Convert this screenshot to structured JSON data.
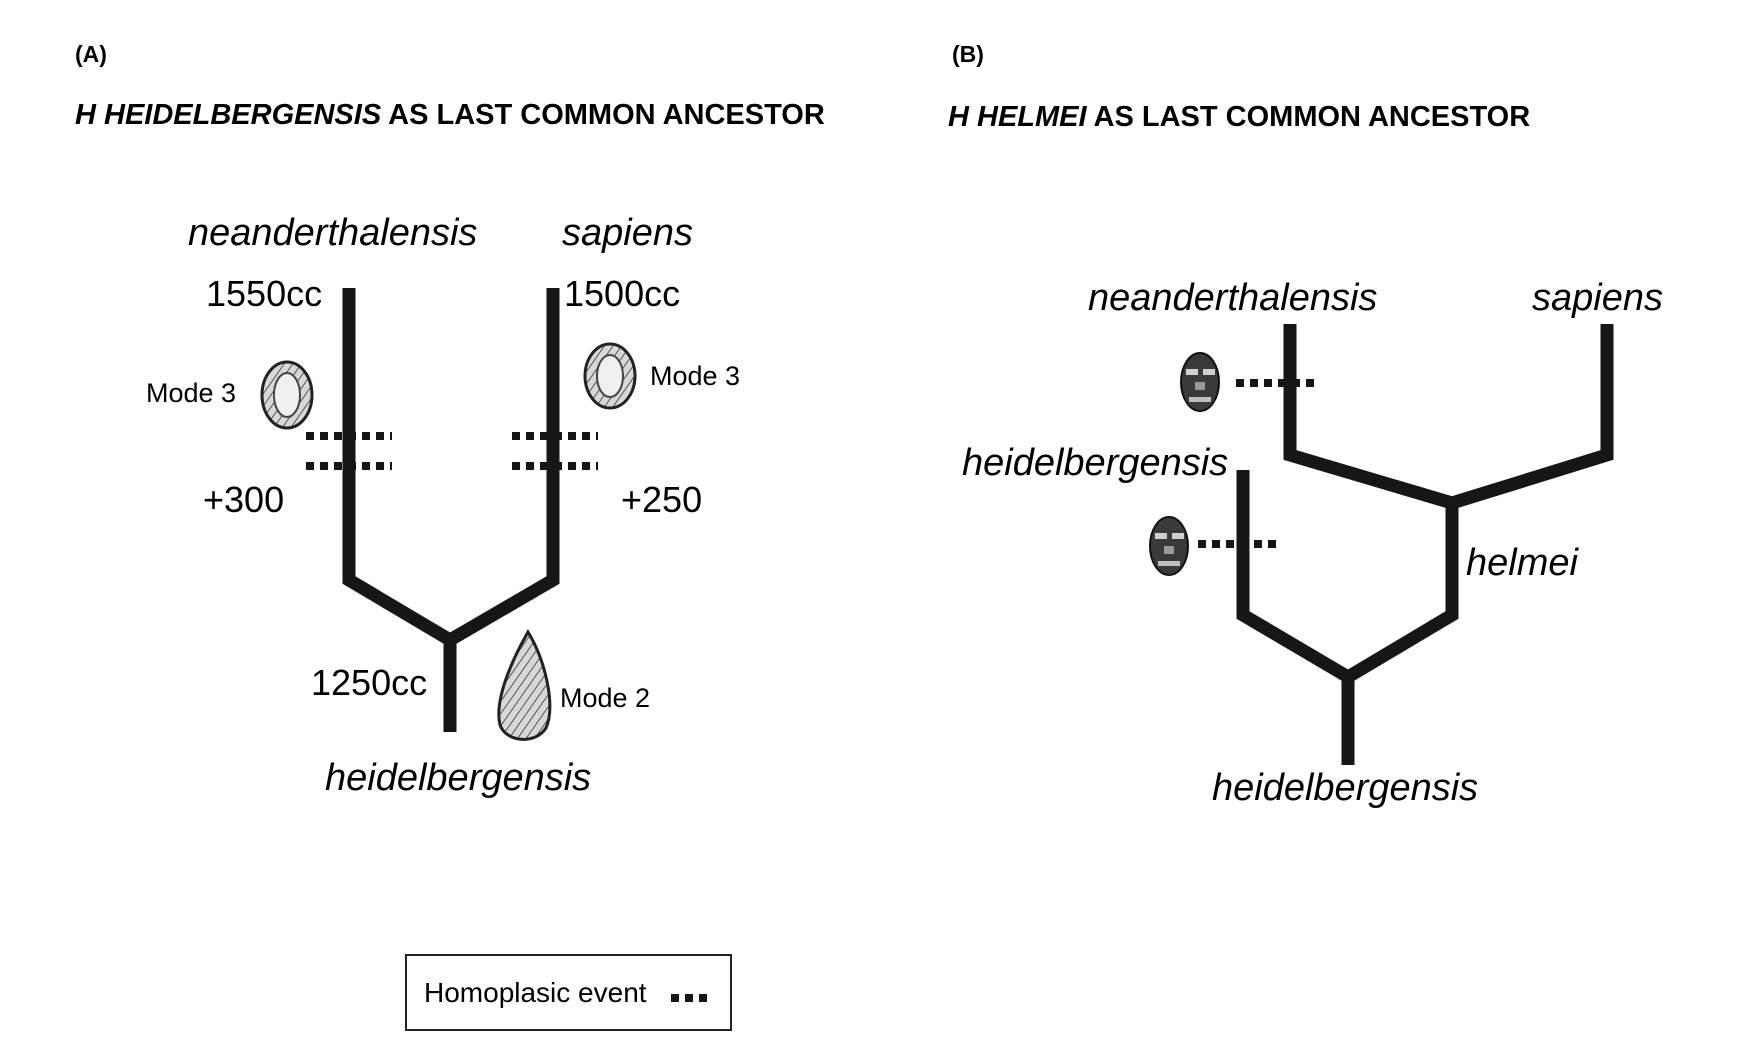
{
  "panel_a": {
    "tag": "(A)",
    "heading_italic": "H HEIDELBERGENSIS",
    "heading_rest": " AS LAST COMMON ANCESTOR",
    "taxon_left": "neanderthalensis",
    "taxon_right": "sapiens",
    "taxon_root": "heidelbergensis",
    "cc_left": "1550cc",
    "cc_right": "1500cc",
    "cc_root": "1250cc",
    "increase_left": "+300",
    "increase_right": "+250",
    "mode_left": "Mode 3",
    "mode_right": "Mode 3",
    "mode_root": "Mode 2"
  },
  "panel_b": {
    "tag": "(B)",
    "heading_italic": "H HELMEI",
    "heading_rest": " AS LAST COMMON ANCESTOR",
    "taxon_neanderthalensis": "neanderthalensis",
    "taxon_sapiens": "sapiens",
    "taxon_heidelbergensis_branch": "heidelbergensis",
    "taxon_helmei": "helmei",
    "taxon_root": "heidelbergensis"
  },
  "legend": {
    "label": "Homoplasic event"
  },
  "icons": {
    "mode3_tool": "flake-tool-icon",
    "mode2_tool": "handaxe-icon",
    "skull": "skull-icon"
  },
  "colors": {
    "line": "#161616",
    "background": "#ffffff"
  }
}
